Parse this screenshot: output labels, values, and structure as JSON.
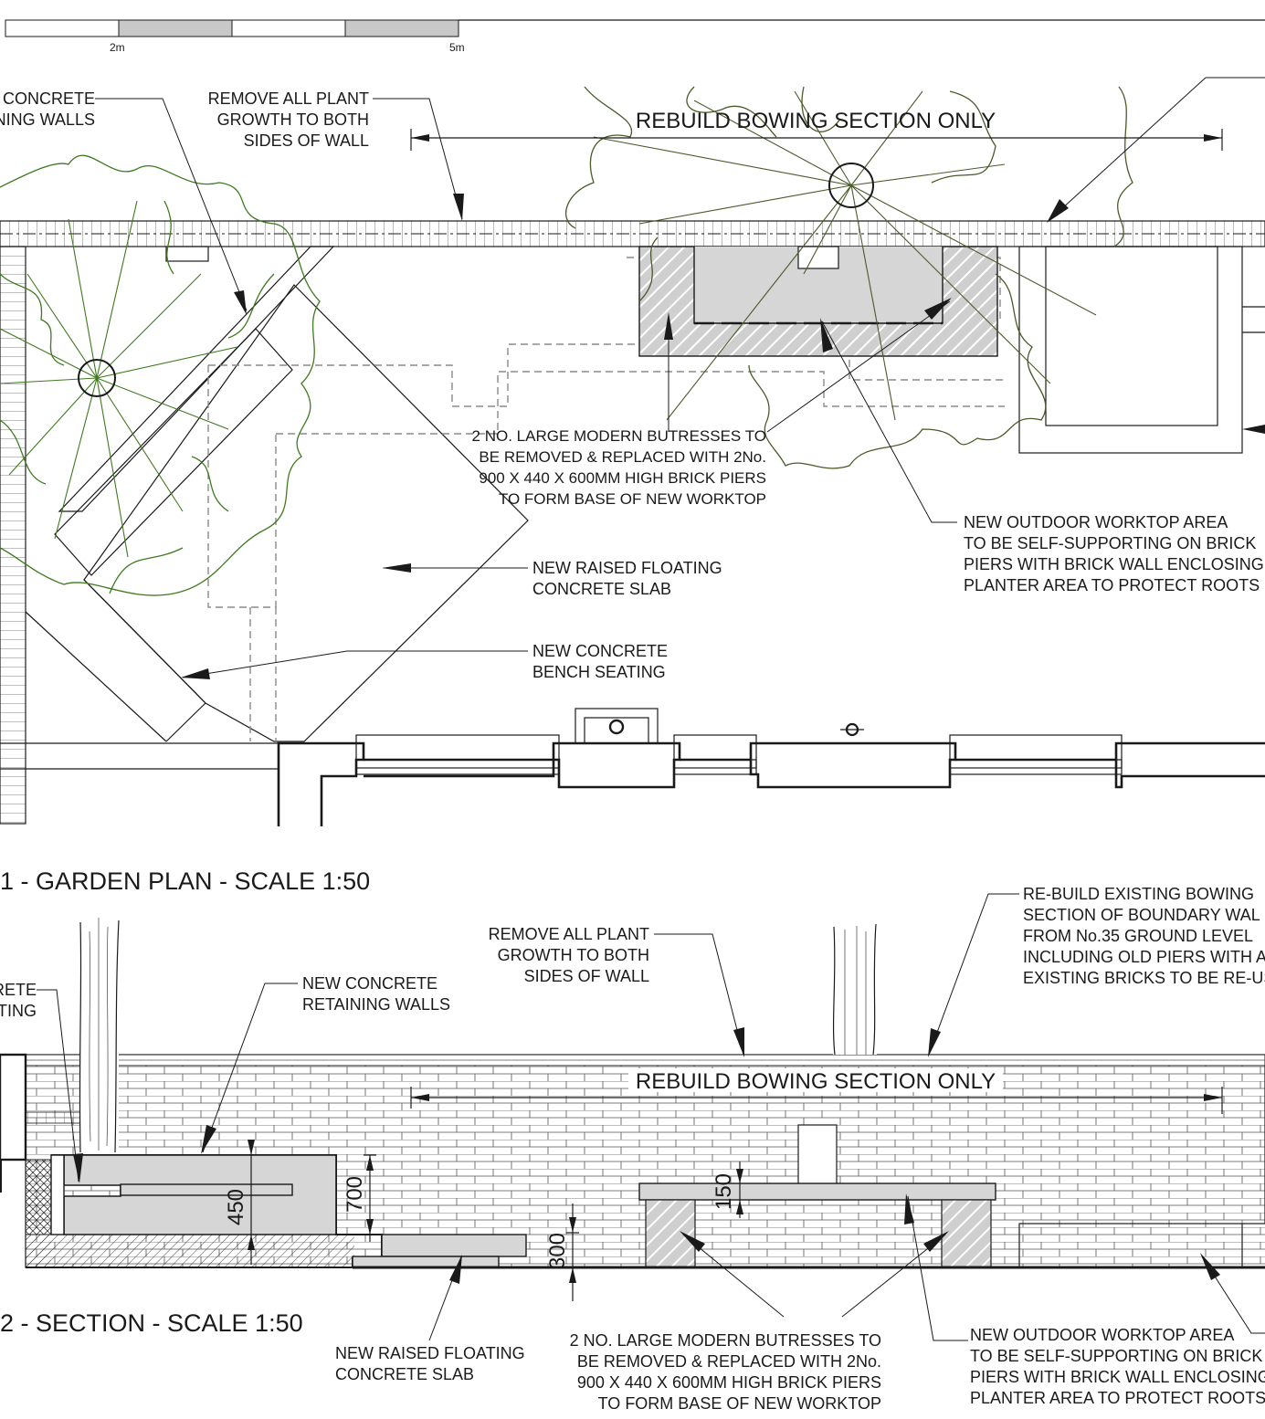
{
  "scale_bar": {
    "label_2m": "2m",
    "label_5m": "5m"
  },
  "plan": {
    "title": "1 - GARDEN PLAN - SCALE 1:50",
    "header": "REBUILD BOWING SECTION ONLY",
    "notes": {
      "retaining_walls": [
        "CONCRETE",
        "NING WALLS"
      ],
      "remove_growth": [
        "REMOVE ALL PLANT",
        "GROWTH TO BOTH",
        "SIDES OF WALL"
      ],
      "buttresses": [
        "2 NO. LARGE MODERN BUTRESSES TO",
        "BE REMOVED & REPLACED WITH 2No.",
        "900 X 440 X 600MM HIGH BRICK PIERS",
        "TO FORM BASE OF NEW WORKTOP"
      ],
      "worktop": [
        "NEW OUTDOOR WORKTOP AREA",
        "TO BE SELF-SUPPORTING ON BRICK",
        "PIERS WITH BRICK WALL ENCLOSING",
        "PLANTER AREA TO PROTECT ROOTS"
      ],
      "slab": [
        "NEW RAISED FLOATING",
        "CONCRETE SLAB"
      ],
      "bench": [
        "NEW CONCRETE",
        "BENCH SEATING"
      ]
    }
  },
  "section": {
    "title": "2 - SECTION - SCALE 1:50",
    "header": "REBUILD BOWING SECTION ONLY",
    "dims": {
      "d450": "450",
      "d700": "700",
      "d300": "300",
      "d150": "150"
    },
    "notes": {
      "bench": [
        "RETE",
        "TING"
      ],
      "retaining": [
        "NEW CONCRETE",
        "RETAINING WALLS"
      ],
      "remove_growth": [
        "REMOVE ALL PLANT",
        "GROWTH TO BOTH",
        "SIDES OF WALL"
      ],
      "rebuild": [
        "RE-BUILD EXISTING BOWING",
        "SECTION OF BOUNDARY WAL",
        "FROM No.35 GROUND LEVEL",
        "INCLUDING OLD PIERS WITH A",
        "EXISTING BRICKS TO BE RE-USE"
      ],
      "slab": [
        "NEW RAISED FLOATING",
        "CONCRETE SLAB"
      ],
      "buttresses": [
        "2 NO. LARGE MODERN BUTRESSES TO",
        "BE REMOVED & REPLACED WITH 2No.",
        "900 X 440 X 600MM HIGH BRICK PIERS",
        "TO FORM BASE OF NEW WORKTOP"
      ],
      "worktop": [
        "NEW OUTDOOR WORKTOP AREA",
        "TO BE SELF-SUPPORTING ON BRICK",
        "PIERS WITH BRICK WALL ENCLOSING",
        "PLANTER AREA TO PROTECT ROOTS"
      ]
    }
  },
  "colors": {
    "ink": "#1a1a1a",
    "tree": "#3f7a1f",
    "fill": "#d4d4d4",
    "dashed": "#8a8a8a"
  }
}
